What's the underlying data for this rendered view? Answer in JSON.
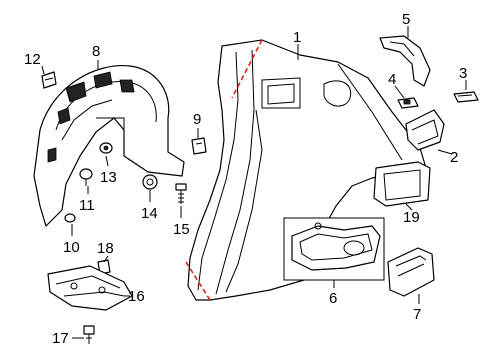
{
  "diagram": {
    "callouts": [
      "1",
      "2",
      "3",
      "4",
      "5",
      "6",
      "7",
      "8",
      "9",
      "10",
      "11",
      "12",
      "13",
      "14",
      "15",
      "16",
      "17",
      "18",
      "19"
    ],
    "colors": {
      "line": "#000000",
      "cut_line": "#e0201b",
      "background": "#ffffff"
    }
  }
}
